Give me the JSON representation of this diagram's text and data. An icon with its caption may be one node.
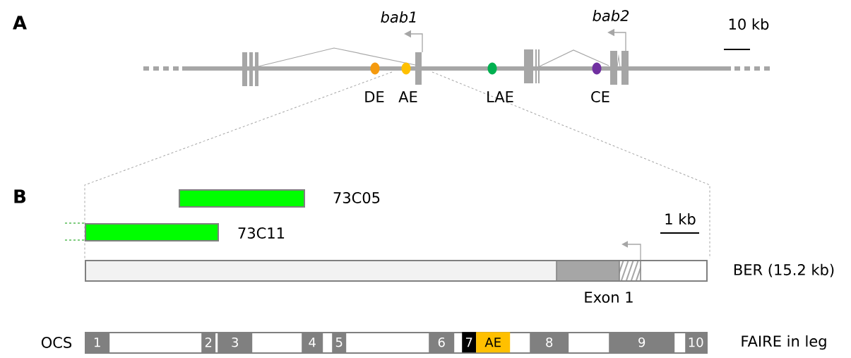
{
  "diagram": {
    "nodes": [
      {
        "text": [],
        "shape": "bar",
        "beside": [
          "73C05"
        ]
      },
      {
        "text": [],
        "shape": "bar",
        "beside": [
          "73C11"
        ]
      },
      {
        "text": [],
        "shape": "bar",
        "beside": [
          "BER (15.2 kb)"
        ]
      },
      {
        "text": [],
        "shape": "bar",
        "beside": [
          "OCS",
          "FAIRE in leg"
        ]
      },
      {
        "text": [
          "1"
        ],
        "in": 3
      },
      {
        "text": [
          "2"
        ],
        "in": 3
      },
      {
        "text": [
          "3"
        ],
        "in": 3
      },
      {
        "text": [
          "4"
        ],
        "in": 3
      },
      {
        "text": [
          "5"
        ],
        "in": 3
      },
      {
        "text": [
          "6"
        ],
        "in": 3
      },
      {
        "text": [
          "7"
        ],
        "in": 3
      },
      {
        "text": [
          "AE"
        ],
        "in": 3
      },
      {
        "text": [
          "8"
        ],
        "in": 3
      },
      {
        "text": [
          "9"
        ],
        "in": 3
      },
      {
        "text": [
          "10"
        ],
        "in": 3
      }
    ],
    "edges": [],
    "labels": [
      "A",
      "bab1",
      "bab2",
      "10 kb",
      "DE",
      "AE",
      "LAE",
      "CE",
      "B",
      "1 kb",
      "Exon 1"
    ]
  }
}
